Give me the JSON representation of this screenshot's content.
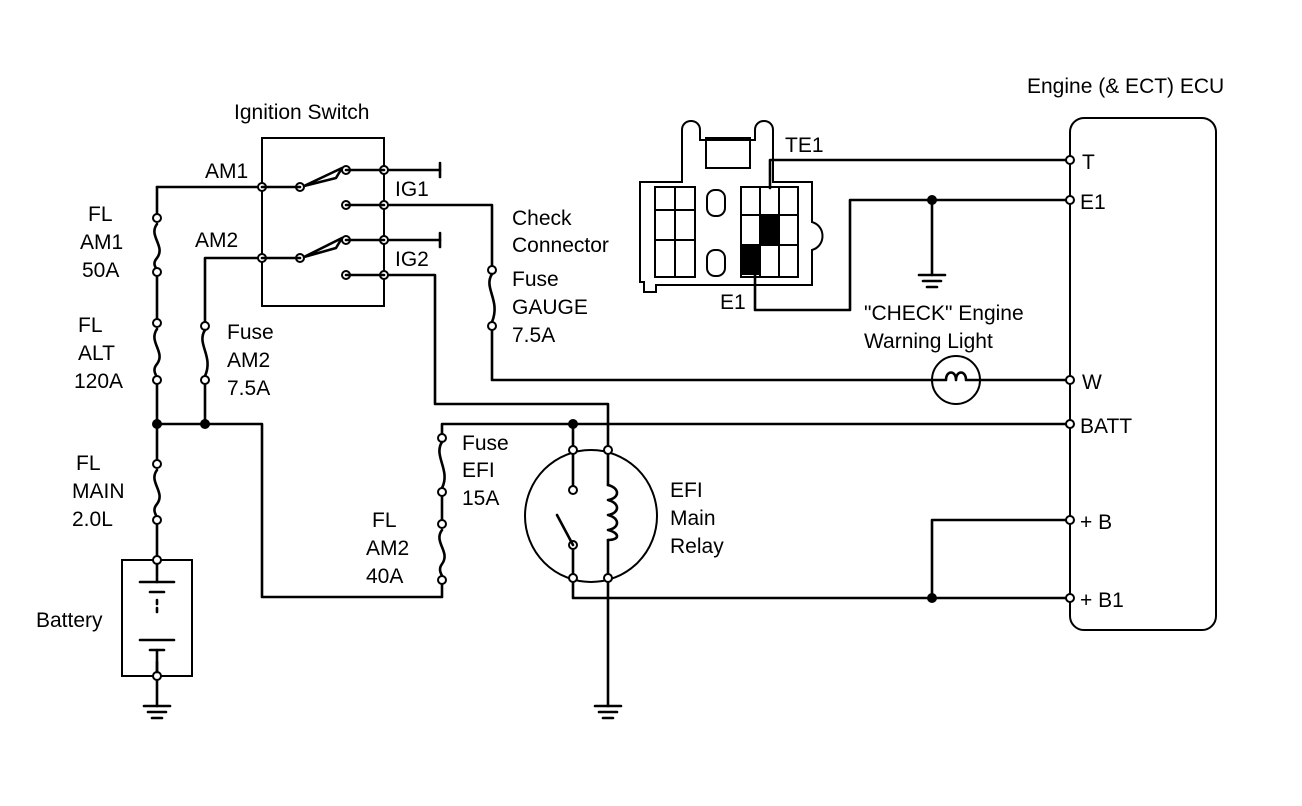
{
  "ecu": {
    "title": "Engine (& ECT) ECU",
    "pins": {
      "t": "T",
      "e1": "E1",
      "w": "W",
      "batt": "BATT",
      "b": "+ B",
      "b1": "+ B1"
    }
  },
  "ignition": {
    "title": "Ignition Switch",
    "am1": "AM1",
    "am2": "AM2",
    "ig1": "IG1",
    "ig2": "IG2"
  },
  "fuses": {
    "fl_am1": [
      "FL",
      "AM1",
      "50A"
    ],
    "fl_alt": [
      "FL",
      "ALT",
      "120A"
    ],
    "fl_main": [
      "FL",
      "MAIN",
      "2.0L"
    ],
    "fuse_am2": [
      "Fuse",
      "AM2",
      "7.5A"
    ],
    "fuse_gauge": [
      "Fuse",
      "GAUGE",
      "7.5A"
    ],
    "fuse_efi": [
      "Fuse",
      "EFI",
      "15A"
    ],
    "fl_am2": [
      "FL",
      "AM2",
      "40A"
    ]
  },
  "check_connector": [
    "Check",
    "Connector"
  ],
  "connector_pins": {
    "te1": "TE1",
    "e1": "E1"
  },
  "warning_light": [
    "\"CHECK\" Engine",
    "Warning Light"
  ],
  "relay": [
    "EFI",
    "Main",
    "Relay"
  ],
  "battery": "Battery"
}
